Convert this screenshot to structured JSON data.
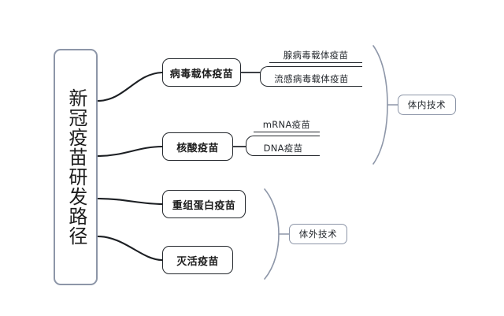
{
  "diagram": {
    "type": "mind-map",
    "root": {
      "label": "新冠疫苗研发路径",
      "orientation": "vertical"
    },
    "branches": [
      {
        "id": "branch-0",
        "label": "病毒载体疫苗",
        "children": [
          {
            "label": "腺病毒载体疫苗"
          },
          {
            "label": "流感病毒载体疫苗"
          }
        ]
      },
      {
        "id": "branch-1",
        "label": "核酸疫苗",
        "children": [
          {
            "label": "mRNA疫苗"
          },
          {
            "label": "DNA疫苗"
          }
        ]
      },
      {
        "id": "branch-2",
        "label": "重组蛋白疫苗",
        "children": []
      },
      {
        "id": "branch-3",
        "label": "灭活疫苗",
        "children": []
      }
    ],
    "groups": [
      {
        "id": "group-0",
        "label": "体内技术",
        "covers": [
          "病毒载体疫苗",
          "核酸疫苗"
        ]
      },
      {
        "id": "group-1",
        "label": "体外技术",
        "covers": [
          "重组蛋白疫苗",
          "灭活疫苗"
        ]
      }
    ],
    "colors": {
      "background": "#ffffff",
      "root_border": "#8d96a8",
      "branch_border": "#22262b",
      "leaf_line": "#22262b",
      "group_border": "#8d96a8",
      "connector": "#1c1f23",
      "brace": "#8d96a8",
      "text": "#1c1c1c"
    }
  }
}
